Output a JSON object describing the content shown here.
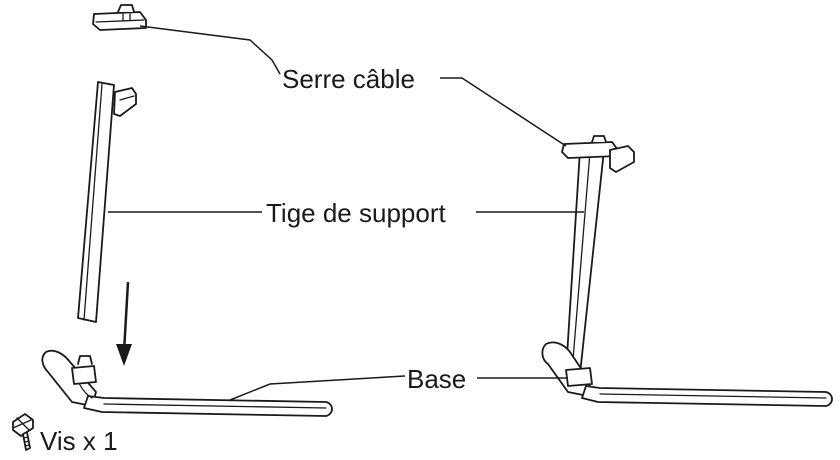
{
  "labels": {
    "cable_clamp": "Serre câble",
    "support_rod": "Tige de support",
    "base": "Base",
    "screw": "Vis x 1"
  },
  "colors": {
    "line": "#1a1a1a",
    "background": "#ffffff"
  }
}
